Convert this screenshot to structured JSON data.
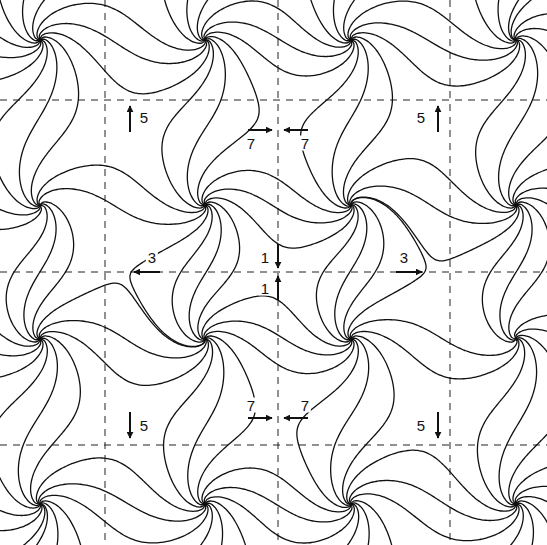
{
  "diagram": {
    "labels": [
      "5",
      "5",
      "7",
      "7",
      "3",
      "1",
      "3",
      "1",
      "7",
      "7",
      "5",
      "5"
    ]
  }
}
